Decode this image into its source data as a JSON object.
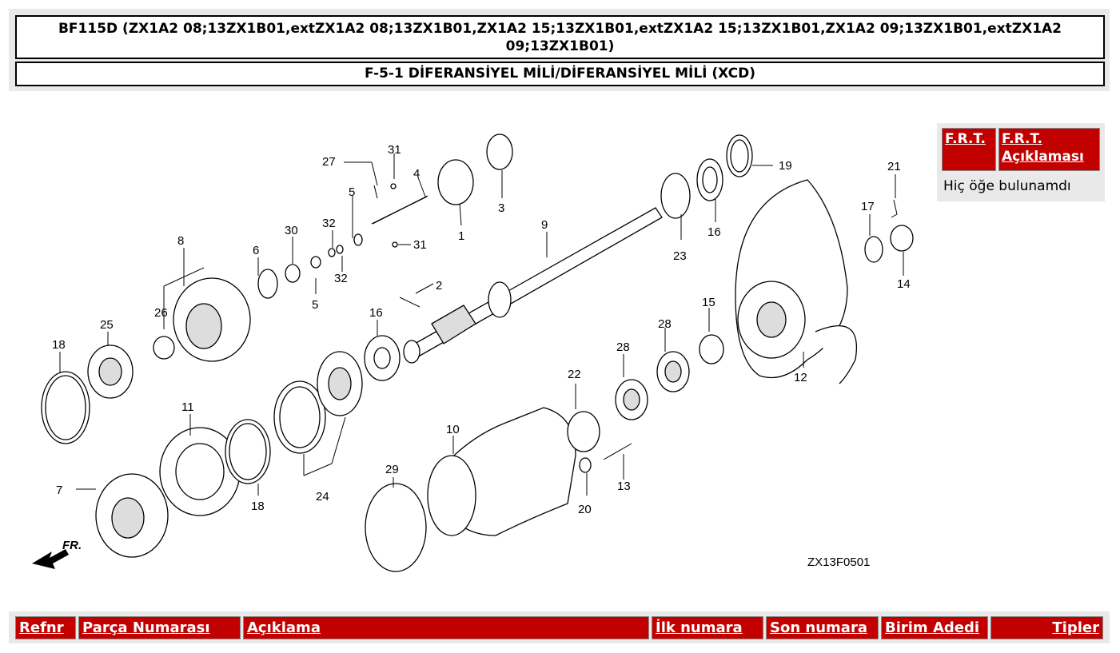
{
  "header": {
    "model_line": "BF115D (ZX1A2 08;13ZX1B01,extZX1A2 08;13ZX1B01,ZX1A2 15;13ZX1B01,extZX1A2 15;13ZX1B01,ZX1A2 09;13ZX1B01,extZX1A2 09;13ZX1B01)",
    "section_title": "F-5-1 DİFERANSİYEL MİLİ/DİFERANSİYEL MİLİ (XCD)"
  },
  "diagram": {
    "code": "ZX13F0501",
    "direction_label": "FR.",
    "part_labels": {
      "p1": "1",
      "p2": "2",
      "p3": "3",
      "p4": "4",
      "p5a": "5",
      "p5b": "5",
      "p6": "6",
      "p7": "7",
      "p8": "8",
      "p9": "9",
      "p10": "10",
      "p11": "11",
      "p12": "12",
      "p13": "13",
      "p14": "14",
      "p15": "15",
      "p16a": "16",
      "p16b": "16",
      "p17": "17",
      "p18a": "18",
      "p18b": "18",
      "p19": "19",
      "p20": "20",
      "p21": "21",
      "p22": "22",
      "p23": "23",
      "p24": "24",
      "p25": "25",
      "p26": "26",
      "p27": "27",
      "p28a": "28",
      "p28b": "28",
      "p29": "29",
      "p30": "30",
      "p31a": "31",
      "p31b": "31",
      "p32a": "32",
      "p32b": "32"
    }
  },
  "frt": {
    "col1": "F.R.T.",
    "col2": "F.R.T. Açıklaması",
    "empty_message": "Hiç öğe bulunamdı"
  },
  "table": {
    "columns": [
      "Refnr",
      "Parça Numarası",
      "Açıklama",
      "İlk numara",
      "Son numara",
      "Birim Adedi",
      "Tipler"
    ]
  },
  "colors": {
    "header_red": "#c30000",
    "panel_gray": "#e9e9e9"
  }
}
